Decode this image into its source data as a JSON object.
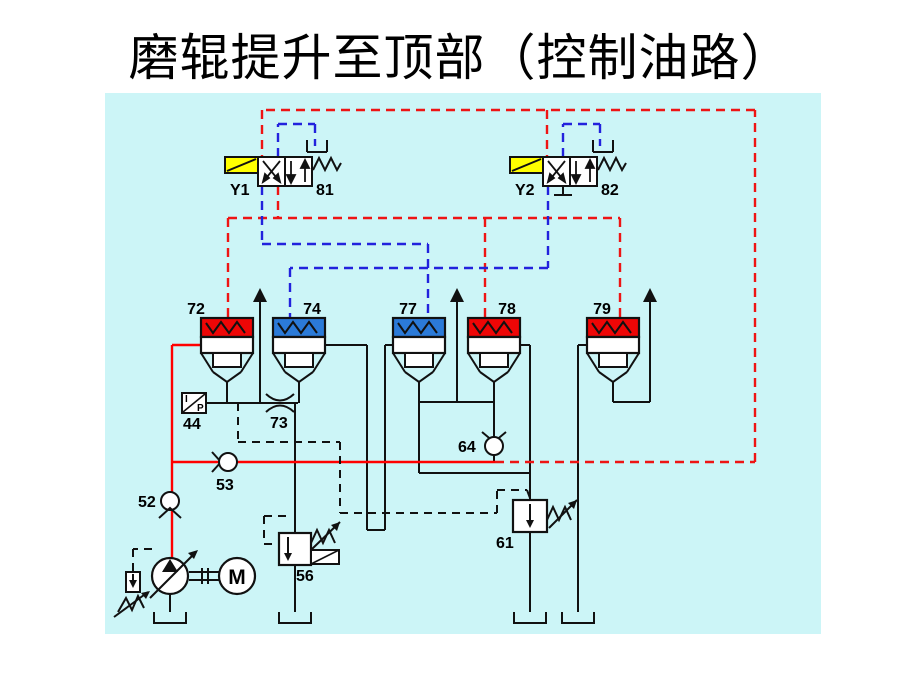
{
  "title": "磨辊提升至顶部（控制油路）",
  "pilot_valves": {
    "v1": {
      "solenoid": "Y1",
      "num": "81"
    },
    "v2": {
      "solenoid": "Y2",
      "num": "82"
    }
  },
  "cartridge_valves": {
    "v72": {
      "id": "72",
      "cap": "#ee0606"
    },
    "v74": {
      "id": "74",
      "cap": "#2b7ad8"
    },
    "v77": {
      "id": "77",
      "cap": "#2b7ad8"
    },
    "v78": {
      "id": "78",
      "cap": "#ee0606"
    },
    "v79": {
      "id": "79",
      "cap": "#ee0606"
    }
  },
  "components": {
    "c44": "44",
    "c52": "52",
    "c53": "53",
    "c56": "56",
    "c61": "61",
    "c64": "64",
    "c73": "73",
    "motor": "M"
  },
  "colors": {
    "panel_bg": "#ccf5f7",
    "solenoid_yellow": "#ffff00",
    "line_red": "#ff0000",
    "dash_red": "#ee1414",
    "dash_blue": "#2222dd",
    "line_black": "#111111"
  }
}
